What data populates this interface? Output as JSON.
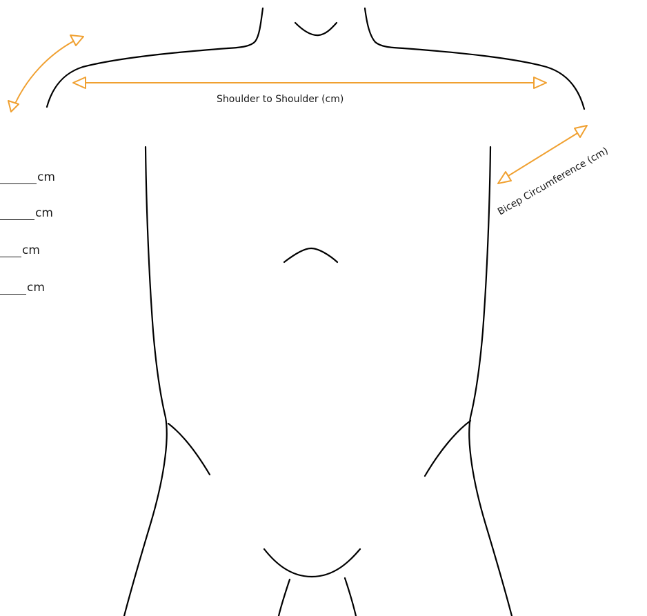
{
  "colors": {
    "accent": "#f0a030",
    "outline": "#000000",
    "text": "#1a1a1a"
  },
  "labels": {
    "shoulder_to_shoulder": "Shoulder to Shoulder (cm)",
    "bicep_circumference": "Bicep Circumference (cm)"
  },
  "fields": [
    {
      "value": "",
      "unit": "cm"
    },
    {
      "value": "",
      "unit": "cm"
    },
    {
      "value": "",
      "unit": "cm"
    },
    {
      "value": "",
      "unit": "cm"
    }
  ]
}
